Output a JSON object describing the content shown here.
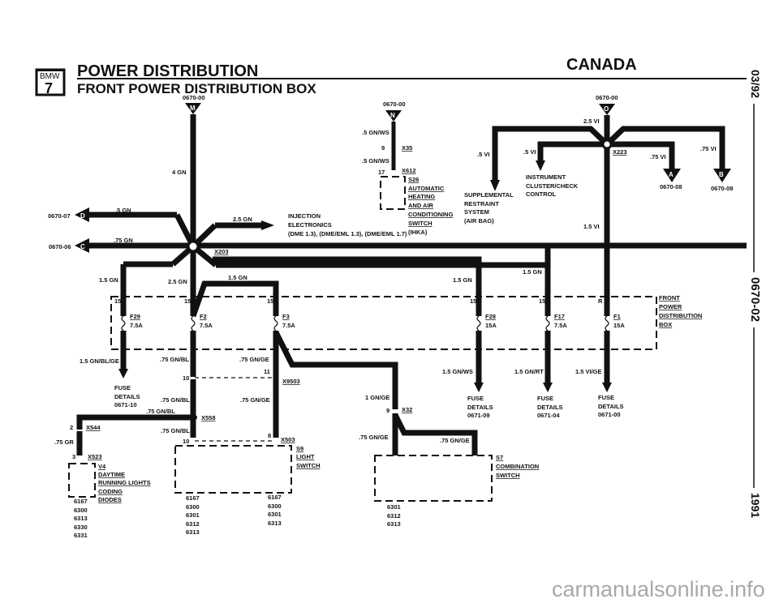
{
  "header": {
    "brand_top": "BMW",
    "brand_series": "7",
    "title": "POWER DISTRIBUTION",
    "subtitle": "FRONT POWER DISTRIBUTION BOX",
    "region": "CANADA"
  },
  "side_margin": {
    "date": "03/92",
    "page_code": "0670-02",
    "year": "1991"
  },
  "connectors": {
    "M": {
      "letter": "M",
      "ref": "0670-00",
      "wire": "4 GN"
    },
    "N": {
      "letter": "N",
      "ref": "0670-00",
      "wire1": ".5 GN/WS",
      "pin1": "9",
      "conn1": "X35",
      "wire2": ".5 GN/WS",
      "pin2": "17",
      "conn2": "X612"
    },
    "O": {
      "letter": "O",
      "ref": "0670-00",
      "wire": "2.5 VI"
    },
    "D": {
      "letter": "D",
      "ref": "0670-07",
      "wire": ".5 GN"
    },
    "C": {
      "letter": "C",
      "ref": "0670-06",
      "wire": ".75 GN"
    },
    "A": {
      "letter": "A",
      "ref": "0670-08",
      "wire": ".75 VI"
    },
    "B": {
      "letter": "B",
      "ref": "0670-08",
      "wire": ".75 VI"
    }
  },
  "splices": {
    "x203": "X203",
    "x223": "X223",
    "x558": "X558"
  },
  "destinations": {
    "injection": {
      "wire": "2.5 GN",
      "lines": [
        "INJECTION",
        "ELECTRONICS",
        "(DME 1.3), (DME/EML 1.3), (DME/EML 1.7)"
      ]
    },
    "srs": {
      "wire": ".5 VI",
      "lines": [
        "SUPPLEMENTAL",
        "RESTRAINT",
        "SYSTEM",
        "(AIR BAG)"
      ]
    },
    "instrument": {
      "wire": ".5 VI",
      "lines": [
        "INSTRUMENT",
        "CLUSTER/CHECK",
        "CONTROL"
      ]
    },
    "o_down_wire": "1.5 VI"
  },
  "s26": {
    "lines": [
      "S26",
      "AUTOMATIC",
      "HEATING",
      "AND AIR",
      "CONDITIONING",
      "SWITCH",
      "(IHKA)"
    ]
  },
  "fuse_box": {
    "label": [
      "FRONT",
      "POWER",
      "DISTRIBUTION",
      "BOX"
    ],
    "fuses": [
      {
        "id": "F29",
        "rating": "7.5A",
        "terminal": "15",
        "wire_in": "1.5 GN",
        "wire_out": "1.5 GN/BL/GE"
      },
      {
        "id": "F2",
        "rating": "7.5A",
        "terminal": "15",
        "wire_in": "2.5 GN",
        "wire_out": ".75 GN/BL"
      },
      {
        "id": "F3",
        "rating": "7.5A",
        "terminal": "15",
        "wire_in": "1.5 GN",
        "wire_out": ".75 GN/GE"
      },
      {
        "id": "F28",
        "rating": "15A",
        "terminal": "15",
        "wire_in": "1.5 GN",
        "wire_out": "1.5 GN/WS"
      },
      {
        "id": "F17",
        "rating": "7.5A",
        "terminal": "15",
        "wire_in": "1.5 GN",
        "wire_out": "1.5 GN/RT"
      },
      {
        "id": "F1",
        "rating": "15A",
        "terminal": "R",
        "wire_in": "1.5 VI",
        "wire_out": "1.5 VI/GE"
      }
    ]
  },
  "fuse_details": [
    {
      "lines": [
        "FUSE",
        "DETAILS",
        "0671-10"
      ]
    },
    {
      "lines": [
        "FUSE",
        "DETAILS",
        "0671-09"
      ]
    },
    {
      "lines": [
        "FUSE",
        "DETAILS",
        "0671-04"
      ]
    },
    {
      "lines": [
        "FUSE",
        "DETAILS",
        "0671-00"
      ]
    }
  ],
  "lower_left": {
    "x9503": {
      "conn": "X9503",
      "pin_left": "10",
      "pin_right": "11"
    },
    "wire_gnbl": ".75 GN/BL",
    "wire_gnge": ".75 GN/GE",
    "x544": {
      "pin": "2",
      "conn": "X544"
    },
    "wire_gr": ".75 GR",
    "x523": {
      "pin": "3",
      "conn": "X523"
    },
    "x503": {
      "conn": "X503",
      "pin_left": "10",
      "pin_right": "8"
    },
    "v4": {
      "lines": [
        "V4",
        "DAYTIME",
        "RUNNING LIGHTS",
        "CODING",
        "DIODES"
      ],
      "refs": [
        "6167",
        "6300",
        "6313",
        "6330",
        "6331"
      ]
    },
    "s9": {
      "lines": [
        "S9",
        "LIGHT",
        "SWITCH"
      ],
      "refs_left": [
        "6167",
        "6300",
        "6301",
        "6312",
        "6313"
      ],
      "refs_right": [
        "6167",
        "6300",
        "6301",
        "6313"
      ]
    }
  },
  "lower_mid": {
    "wire_in": "1 GN/GE",
    "x32": {
      "pin": "9",
      "conn": "X32"
    },
    "wire_a": ".75 GN/GE",
    "wire_b": ".75 GN/GE",
    "s7": {
      "lines": [
        "S7",
        "COMBINATION",
        "SWITCH"
      ],
      "refs": [
        "6301",
        "6312",
        "6313"
      ]
    }
  },
  "watermark": "carmanualsonline.info"
}
